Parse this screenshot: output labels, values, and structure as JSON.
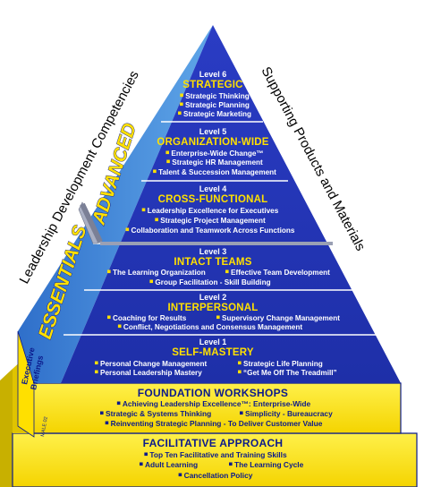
{
  "side_labels": {
    "left": "Leadership Development Competencies",
    "right": "Supporting Products and Materials"
  },
  "bands": {
    "advanced": "ADVANCED",
    "essentials": "ESSENTIALS"
  },
  "levels": [
    {
      "level": "Level 6",
      "title": "STRATEGIC",
      "items": [
        "Strategic Thinking",
        "Strategic Planning",
        "Strategic Marketing"
      ]
    },
    {
      "level": "Level 5",
      "title": "ORGANIZATION-WIDE",
      "items": [
        "Enterprise-Wide Change™",
        "Strategic HR Management",
        "Talent & Succession Management"
      ]
    },
    {
      "level": "Level 4",
      "title": "CROSS-FUNCTIONAL",
      "items": [
        "Leadership Excellence for Executives",
        "Strategic Project Management",
        "Collaboration and Teamwork Across Functions"
      ]
    },
    {
      "level": "Level 3",
      "title": "INTACT TEAMS",
      "items": [
        "The Learning Organization",
        "Effective Team Development",
        "Group Facilitation - Skill Building"
      ]
    },
    {
      "level": "Level 2",
      "title": "INTERPERSONAL",
      "items": [
        "Coaching for Results",
        "Supervisory Change Management",
        "Conflict, Negotiations and Consensus Management"
      ]
    },
    {
      "level": "Level 1",
      "title": "SELF-MASTERY",
      "items": [
        "Personal Change Management",
        "Strategic Life Planning",
        "Personal Leadership Mastery",
        "“Get Me Off The Treadmill”"
      ]
    }
  ],
  "executive_briefings": [
    "Executive",
    "Briefings"
  ],
  "foundation": {
    "title": "FOUNDATION WORKSHOPS",
    "items": [
      "Achieving Leadership Excellence™: Enterprise-Wide",
      "Strategic & Systems Thinking",
      "Simplicity - Bureaucracy",
      "Reinventing Strategic Planning - To Deliver Customer Value"
    ]
  },
  "facilitative": {
    "title": "FACILITATIVE APPROACH",
    "items": [
      "Top Ten Facilitative and Training Skills",
      "Adult Learning",
      "The Learning Cycle",
      "Cancellation Policy"
    ]
  },
  "corner_mark": "MALE 02",
  "colors": {
    "navy": "#0b1a8c",
    "blue": "#2b3fc0",
    "blue_light": "#3f55d8",
    "yellow": "#ffe000",
    "side_face": "#4f8fd6"
  }
}
